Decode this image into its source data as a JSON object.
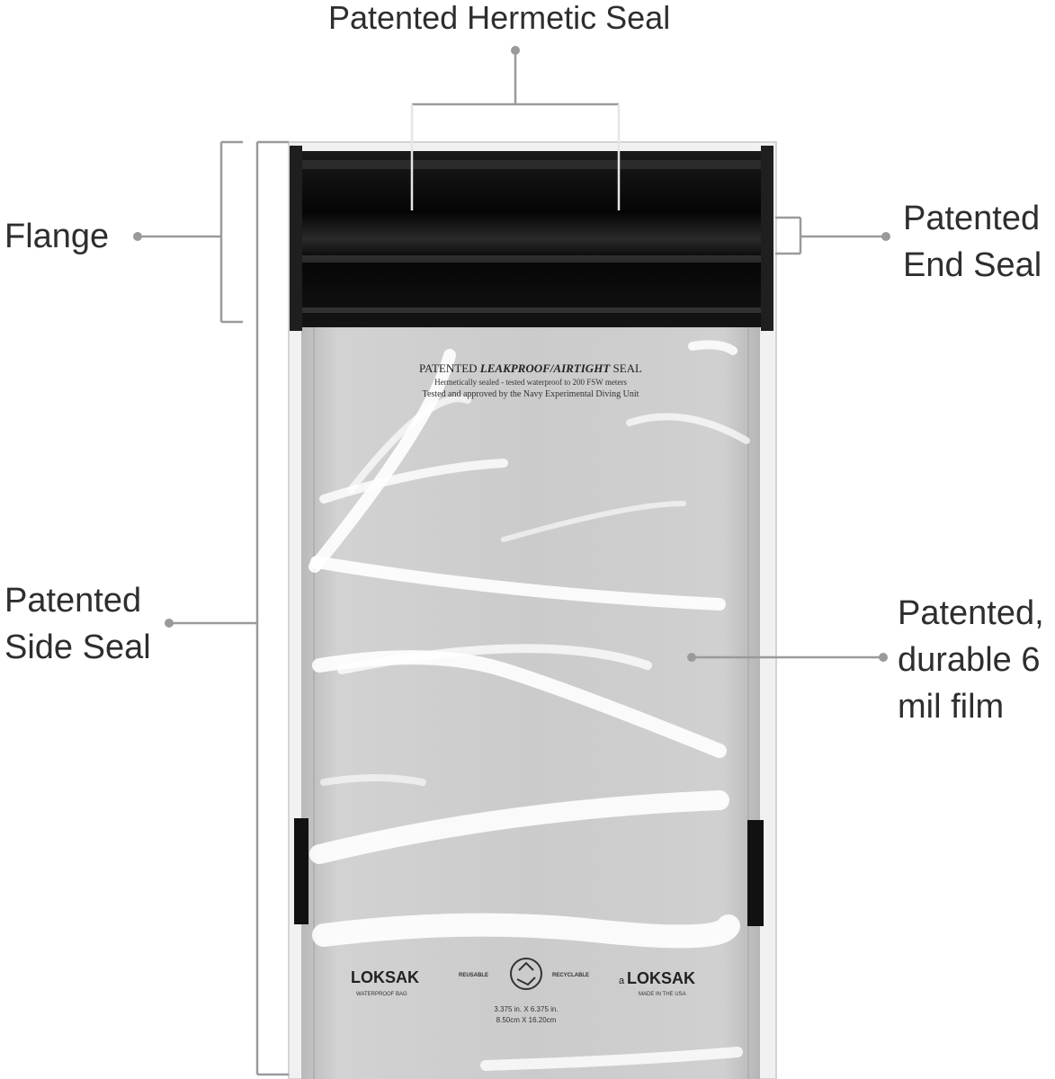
{
  "labels": {
    "hermetic_seal": "Patented Hermetic Seal",
    "flange": "Flange",
    "end_seal_line1": "Patented",
    "end_seal_line2": "End Seal",
    "side_seal_line1": "Patented",
    "side_seal_line2": "Side Seal",
    "film_line1": "Patented,",
    "film_line2": "durable 6",
    "film_line3": "mil film"
  },
  "bag_print": {
    "seal_title_plain": "PATENTED ",
    "seal_title_italic": "LEAKPROOF/AIRTIGHT",
    "seal_title_end": " SEAL",
    "seal_line2": "Hermetically sealed - tested waterproof to 200 FSW meters",
    "seal_line3": "Tested and approved by the Navy Experimental Diving Unit",
    "brand_left": "LOKSAK",
    "brand_left_sub": "WATERPROOF BAG",
    "reusable": "REUSABLE",
    "recyclable": "RECYCLABLE",
    "brand_right": "LOKSAK",
    "brand_right_prefix": "a",
    "brand_right_sub": "MADE IN THE USA",
    "size_line1": "3.375 in. X 6.375 in.",
    "size_line2": "8.50cm X 16.20cm"
  },
  "colors": {
    "text": "#2e2e2e",
    "callout_line": "#9a9a9a",
    "seal_black": "#0c0c0c",
    "bag_film": "#c8c8c8"
  }
}
